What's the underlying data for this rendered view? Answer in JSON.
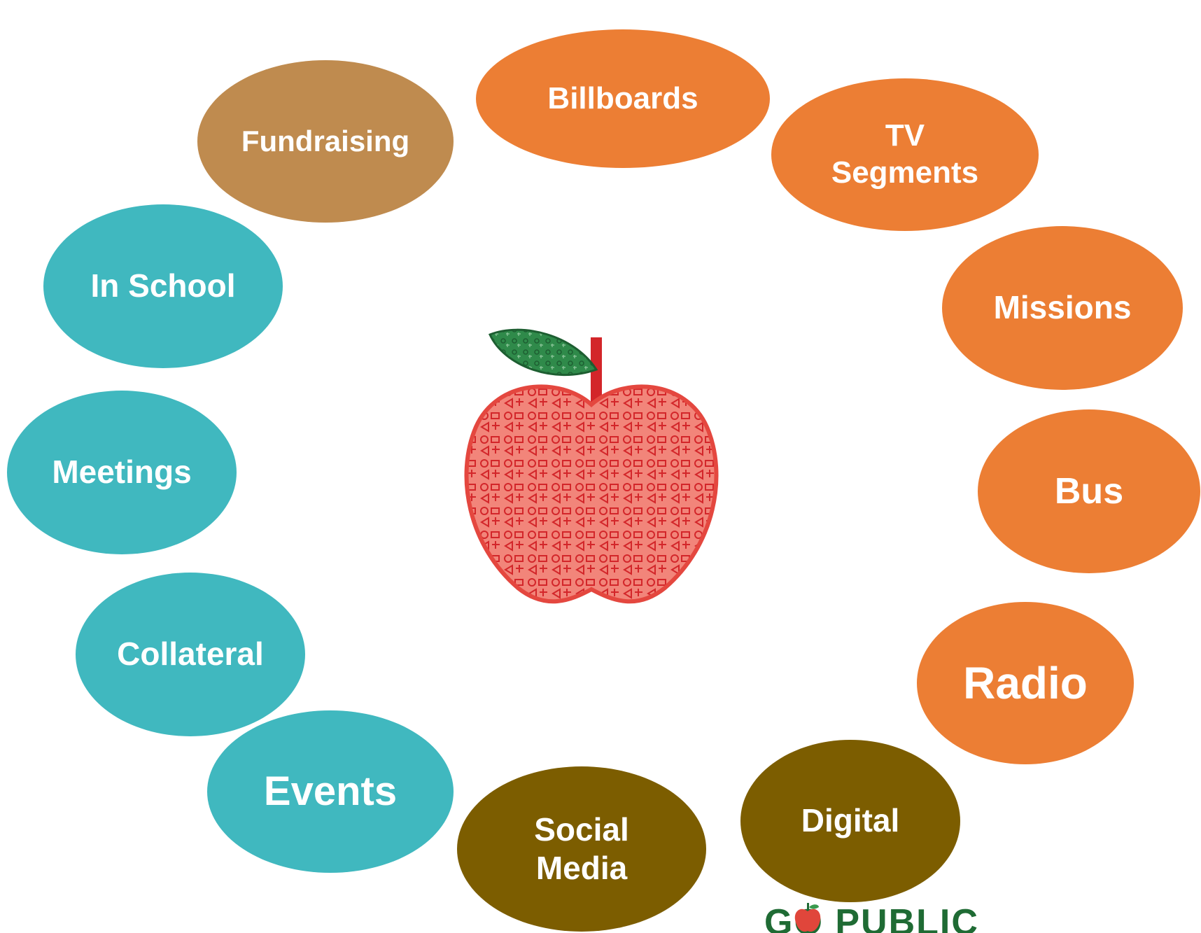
{
  "center_image": "apple-doodle-illustration",
  "bubbles": {
    "billboards": {
      "label": "Billboards",
      "color": "#ec7e34"
    },
    "tv_segments": {
      "line1": "TV",
      "line2": "Segments",
      "color": "#ec7e34"
    },
    "missions": {
      "label": "Missions",
      "color": "#ec7e34"
    },
    "bus": {
      "label": "Bus",
      "color": "#ec7e34"
    },
    "radio": {
      "label": "Radio",
      "color": "#ec7e34"
    },
    "digital": {
      "label": "Digital",
      "color": "#7c5d00"
    },
    "social_media": {
      "line1": "Social",
      "line2": "Media",
      "color": "#7c5d00"
    },
    "events": {
      "label": "Events",
      "color": "#40b8bf"
    },
    "collateral": {
      "label": "Collateral",
      "color": "#40b8bf"
    },
    "meetings": {
      "label": "Meetings",
      "color": "#40b8bf"
    },
    "in_school": {
      "label": "In School",
      "color": "#40b8bf"
    },
    "fundraising": {
      "label": "Fundraising",
      "color": "#bf8b4f"
    }
  },
  "logo": {
    "text": "GO PUBLIC",
    "color": "#1f6b34"
  }
}
